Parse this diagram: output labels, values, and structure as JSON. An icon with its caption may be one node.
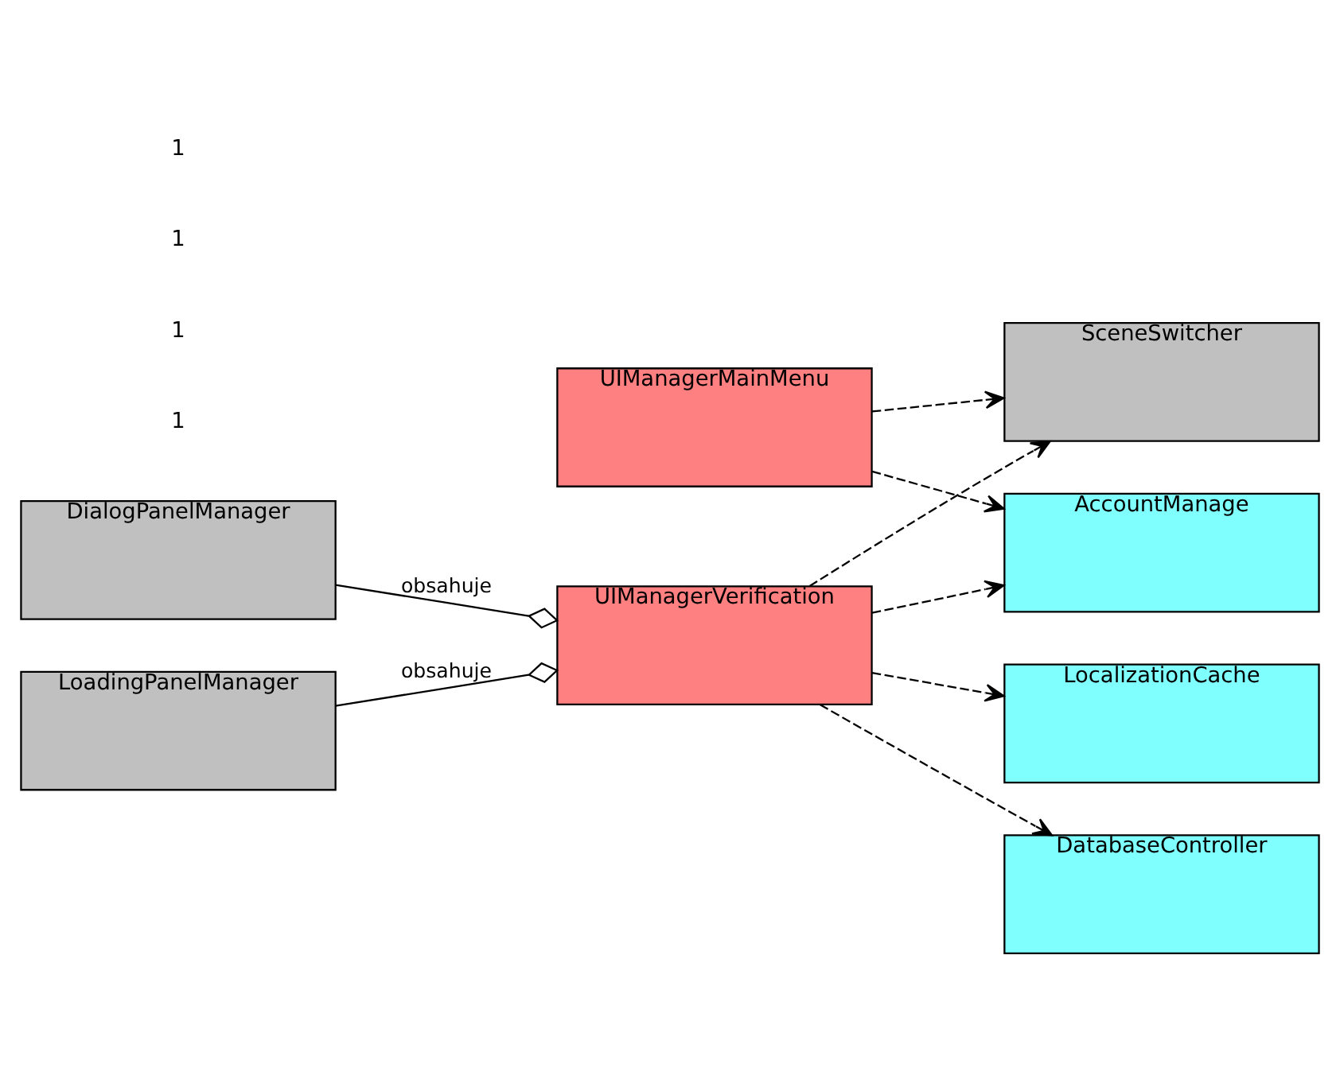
{
  "diagram": {
    "nodes": [
      {
        "text": [
          "DialogPanelManager"
        ]
      },
      {
        "text": [
          "UIManagerVerification"
        ]
      },
      {
        "text": [
          "LoadingPanelManager"
        ]
      },
      {
        "text": [
          "SceneSwitcher"
        ]
      },
      {
        "text": [
          "UIManagerMainMenu"
        ]
      },
      {
        "text": [
          "LocalizationCache"
        ]
      },
      {
        "text": [
          "AccountManage"
        ]
      },
      {
        "text": [
          "DatabaseController"
        ]
      }
    ],
    "edges": [
      {
        "from": 0,
        "to": 1,
        "arrow": "other",
        "label": "obsahuje"
      },
      {
        "from": 2,
        "to": 1,
        "arrow": "other",
        "label": "obsahuje"
      },
      {
        "from": 1,
        "to": 3,
        "arrow": "to",
        "style": "dashed"
      },
      {
        "from": 1,
        "to": 5,
        "arrow": "to",
        "style": "dashed"
      },
      {
        "from": 1,
        "to": 6,
        "arrow": "to",
        "style": "dashed"
      },
      {
        "from": 1,
        "to": 7,
        "arrow": "to",
        "style": "dashed"
      },
      {
        "from": 4,
        "to": 3,
        "arrow": "to",
        "style": "dashed"
      },
      {
        "from": 4,
        "to": 6,
        "arrow": "to",
        "style": "dashed"
      }
    ],
    "labels": [
      "1",
      "1",
      "1",
      "1"
    ]
  }
}
